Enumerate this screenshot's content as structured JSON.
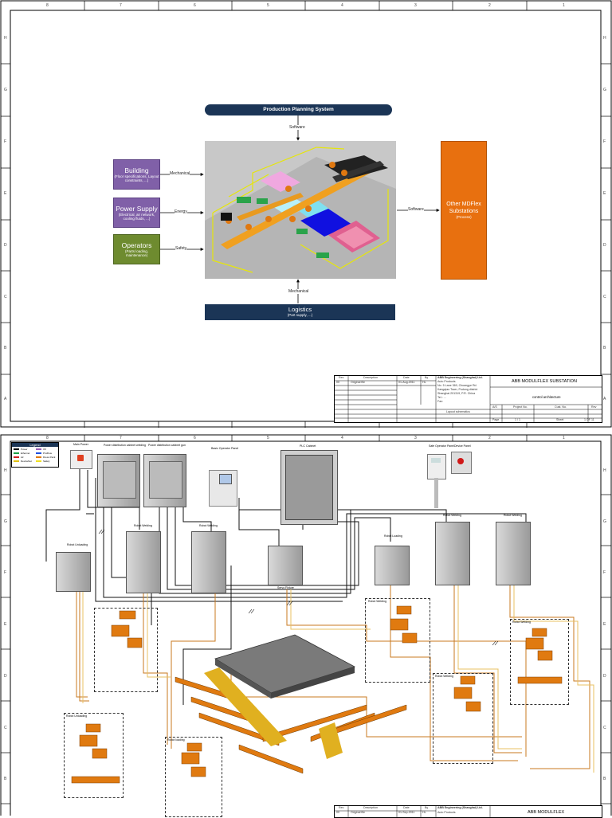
{
  "sheet1": {
    "columns": [
      "8",
      "7",
      "6",
      "5",
      "4",
      "3",
      "2",
      "1"
    ],
    "rows": [
      "H",
      "G",
      "F",
      "E",
      "D",
      "C",
      "B",
      "A"
    ],
    "pps": {
      "label": "Production Planning System"
    },
    "logistics": {
      "label": "Logistics",
      "sub": "(Part supply, ...)"
    },
    "building": {
      "label": "Building",
      "sub": "(Floor specifications, Layout constraints, ...)"
    },
    "power": {
      "label": "Power Supply",
      "sub": "(Electrical, air network, cooling fluids, ...)"
    },
    "operators": {
      "label": "Operators",
      "sub": "(Parts loading, maintenance)"
    },
    "other": {
      "label": "Other MDFlex Substations",
      "sub": "(Process)"
    },
    "conn": {
      "software_top": "Software",
      "mechanical_left": "Mechanical",
      "energy": "Energy",
      "safety": "Safety",
      "software_right": "Software",
      "mechanical_bottom": "Mechanical"
    },
    "colors": {
      "navy": "#1b3556",
      "purple": "#8060a8",
      "green": "#6e8b2f",
      "orange": "#e8700f"
    },
    "titleblock": {
      "hdr": [
        "Rev",
        "Description",
        "Date",
        "By"
      ],
      "row1": [
        "00",
        "Original file",
        "01-Aug-2011",
        "HL"
      ],
      "company": "ABB Engineering (Shanghai) Ltd.",
      "address": [
        "Auto Products",
        "No. 5 Lane 369, Chuangye Rd.",
        "Kangqiao Town, Pudong district",
        "Shanghai 201319, P.R. China",
        "Tel.: ...",
        "Fax:"
      ],
      "title": "ABB MODULFLEX SUBSTATION",
      "subtitle": "control architecture",
      "layout": "Layout schematics",
      "small": [
        "A/S",
        "Project No.",
        "Cust. No.",
        "Rev",
        "Page",
        "1 / 1",
        "Sheet",
        "1 OF 11"
      ]
    }
  },
  "sheet2": {
    "legend": {
      "title": "Legend",
      "items": [
        "Power",
        "Ethernet",
        "Air",
        "DeviceNet",
        "I/O",
        "Profibus",
        "Dress Pack",
        "Safety"
      ]
    },
    "labels": {
      "main_power": "Main Power",
      "power_dist_welding": "Power distribution cabinet welding",
      "power_dist_gun": "Power distribution cabinet gun",
      "hmi": "Basic Operator Panel",
      "plc": "PLC Cabinet",
      "operator_panel": "Safe Operator Panel",
      "device_panel": "Device Panel",
      "robot_unloading": "Robot Unloading",
      "robot_welding_1": "Robot Welding",
      "robot_welding_2": "Robot Welding",
      "robot_loading": "Robot Loading",
      "robot_welding_3": "Robot Welding",
      "robot_welding_4": "Robot Welding",
      "fixture": "Servo Fixture",
      "cell_welding_1": "Robot Welding",
      "cell_welding_2": "Robot Welding",
      "cell_welding_3": "Robot Welding",
      "cell_welding_4": "Robot Welding",
      "cell_loading": "Robot loading",
      "cell_unloading": "Robot Unloading"
    },
    "titleblock": {
      "hdr": [
        "Rev",
        "Description",
        "Date",
        "By"
      ],
      "row1": [
        "00",
        "Original file",
        "01-Sep-2011",
        "HL"
      ],
      "company": "ABB Engineering (Shanghai) Ltd.",
      "address": [
        "Auto Products"
      ],
      "title": "ABB MODULFLEX"
    }
  }
}
